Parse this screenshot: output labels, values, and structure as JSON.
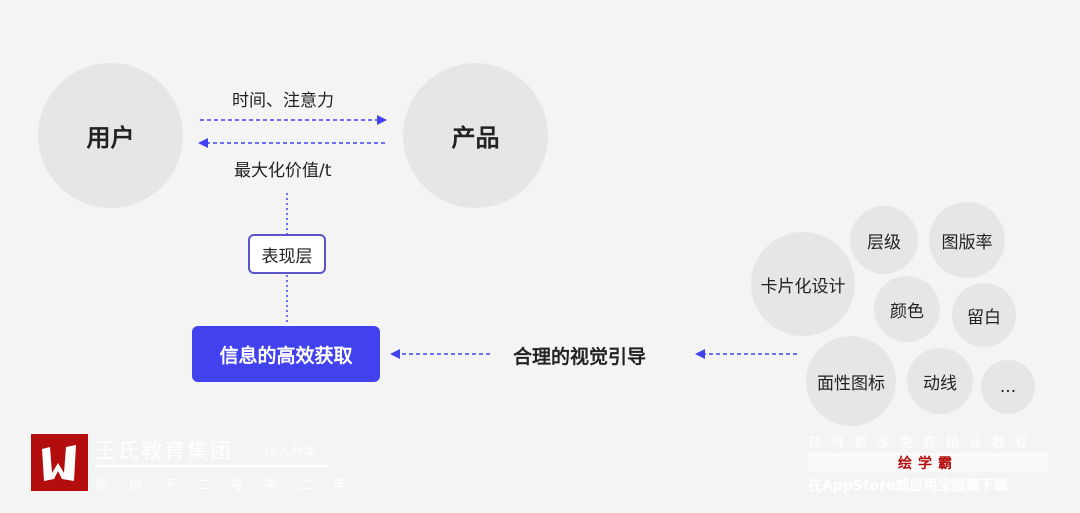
{
  "nodes": {
    "user": "用户",
    "product": "产品",
    "presentation_layer": "表现层",
    "efficient_info": "信息的高效获取",
    "visual_guide": "合理的视觉引导"
  },
  "edges": {
    "top_label": "时间、注意力",
    "bottom_label": "最大化价值/t"
  },
  "elements": [
    "卡片化设计",
    "层级",
    "图版率",
    "颜色",
    "留白",
    "面性图标",
    "动线",
    "..."
  ],
  "watermark_left": {
    "company": "王氏教育集团",
    "motto": "以人为本",
    "founded": "始创于二零零二年"
  },
  "watermark_right": {
    "line1": "获得更多免费精品教程",
    "brand": "绘学霸",
    "line2": "在AppStore或应用宝搜索下载"
  },
  "colors": {
    "accent": "#4141ee",
    "background": "#f4f4f5",
    "circle": "#e6e6e7",
    "logo": "#b30d0d"
  }
}
